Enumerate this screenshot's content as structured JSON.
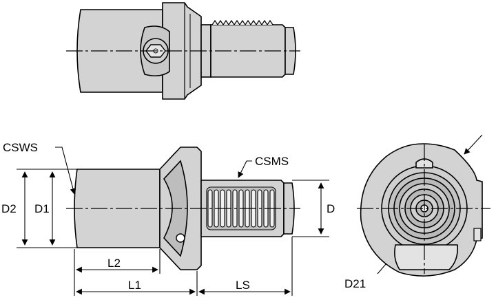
{
  "labels": {
    "csws": "CSWS",
    "csms": "CSMS",
    "d2": "D2",
    "d1": "D1",
    "d": "D",
    "l2": "L2",
    "l1": "L1",
    "ls": "LS",
    "d21": "D21"
  },
  "colors": {
    "body_fill": "#d3d3d3",
    "outline": "#000000",
    "shade": "#b5b5b5",
    "thread_light": "#f2f2f2"
  }
}
